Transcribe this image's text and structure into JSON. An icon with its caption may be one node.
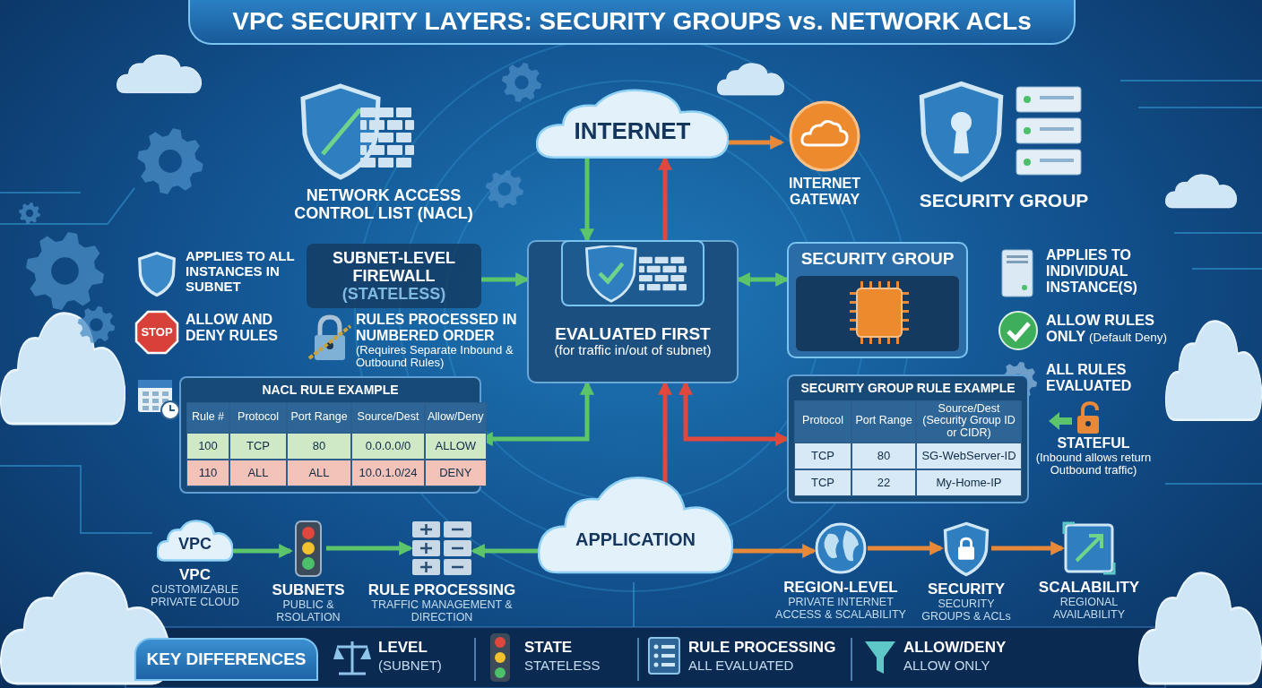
{
  "diagram": {
    "title": "VPC SECURITY LAYERS: SECURITY GROUPS vs. NETWORK ACLs",
    "nodes": [
      {
        "text": [
          "INTERNET"
        ]
      },
      {
        "text": [
          "INTERNET GATEWAY"
        ]
      },
      {
        "text": [
          "SUBNET-LEVEL FIREWALL",
          "(STATELESS)"
        ]
      },
      {
        "text": [
          "EVALUATED FIRST",
          "(for traffic in/out of subnet)"
        ]
      },
      {
        "text": [
          "SECURITY GROUP"
        ]
      },
      {
        "text": [
          "NACL RULE EXAMPLE",
          "Rule #",
          "Protocol",
          "Port Range",
          "Source/Dest",
          "Allow/Deny",
          "100",
          "TCP",
          "80",
          "0.0.0.0/0",
          "ALLOW",
          "110",
          "ALL",
          "ALL",
          "10.0.1.0/24",
          "DENY"
        ]
      },
      {
        "text": [
          "SECURITY GROUP RULE EXAMPLE",
          "Protocol",
          "Port Range",
          "Source/Dest (Security Group ID or CIDR)",
          "TCP",
          "80",
          "SG-WebServer-ID",
          "TCP",
          "22",
          "My-Home-IP"
        ]
      },
      {
        "text": [
          "APPLICATION"
        ]
      },
      {
        "text": [
          "VPC"
        ],
        "beside": [
          "VPC",
          "CUSTOMIZABLE PRIVATE CLOUD"
        ]
      },
      {
        "text": [],
        "shape": "picture",
        "beside": [
          "SUBNETS",
          "PUBLIC & RSOLATION"
        ]
      },
      {
        "text": [],
        "shape": "picture",
        "beside": [
          "RULE PROCESSING",
          "TRAFFIC MANAGEMENT & DIRECTION"
        ]
      },
      {
        "text": [],
        "shape": "picture",
        "beside": [
          "REGION-LEVEL",
          "PRIVATE INTERNET ACCESS & SCALABILITY"
        ]
      },
      {
        "text": [],
        "shape": "picture",
        "beside": [
          "SECURITY",
          "SECURITY GROUPS & ACLs"
        ]
      },
      {
        "text": [],
        "shape": "picture",
        "beside": [
          "SCALABILITY",
          "REGIONAL AVAILABILITY"
        ]
      }
    ],
    "edges": [
      {
        "from": 0,
        "to": 1,
        "arrow": "to",
        "color": "#e8893a"
      },
      {
        "from": 0,
        "to": 3,
        "arrow": "to"
      },
      {
        "from": 3,
        "to": 0,
        "arrow": "to",
        "color": "#e0483e"
      },
      {
        "from": 2,
        "to": 3,
        "arrow": "to"
      },
      {
        "from": 3,
        "to": 4,
        "arrow": "both"
      },
      {
        "from": 5,
        "to": 3,
        "arrow": "both"
      },
      {
        "from": 6,
        "to": 3,
        "arrow": "both",
        "color": "#e0483e"
      },
      {
        "from": 7,
        "to": 3,
        "arrow": "to",
        "color": "#e0483e"
      },
      {
        "from": 8,
        "to": 9,
        "arrow": "to"
      },
      {
        "from": 9,
        "to": 10,
        "arrow": "to"
      },
      {
        "from": 7,
        "to": 10,
        "arrow": "to"
      },
      {
        "from": 7,
        "to": 11,
        "arrow": "to",
        "color": "#e8893a"
      },
      {
        "from": 11,
        "to": 12,
        "arrow": "to",
        "color": "#e8893a"
      },
      {
        "from": 12,
        "to": 13,
        "arrow": "to",
        "color": "#e8893a"
      }
    ],
    "labels": [
      "NETWORK ACCESS CONTROL LIST (NACL)",
      "SECURITY GROUP",
      "APPLIES TO ALL INSTANCES IN SUBNET",
      "STOP",
      "ALLOW AND DENY RULES",
      "**RULES PROCESSED IN NUMBERED ORDER** (Requires Separate Inbound & Outbound Rules)",
      "APPLIES TO INDIVIDUAL INSTANCE(S)",
      "**ALLOW RULES ONLY** (Default Deny)",
      "ALL RULES EVALUATED",
      "**STATEFUL** (Inbound allows return Outbound traffic)",
      "KEY DIFFERENCES",
      "LEVEL",
      "(SUBNET)",
      "STATE",
      "STATELESS",
      "RULE PROCESSING",
      "ALL EVALUATED",
      "ALLOW/DENY",
      "ALLOW ONLY"
    ]
  }
}
